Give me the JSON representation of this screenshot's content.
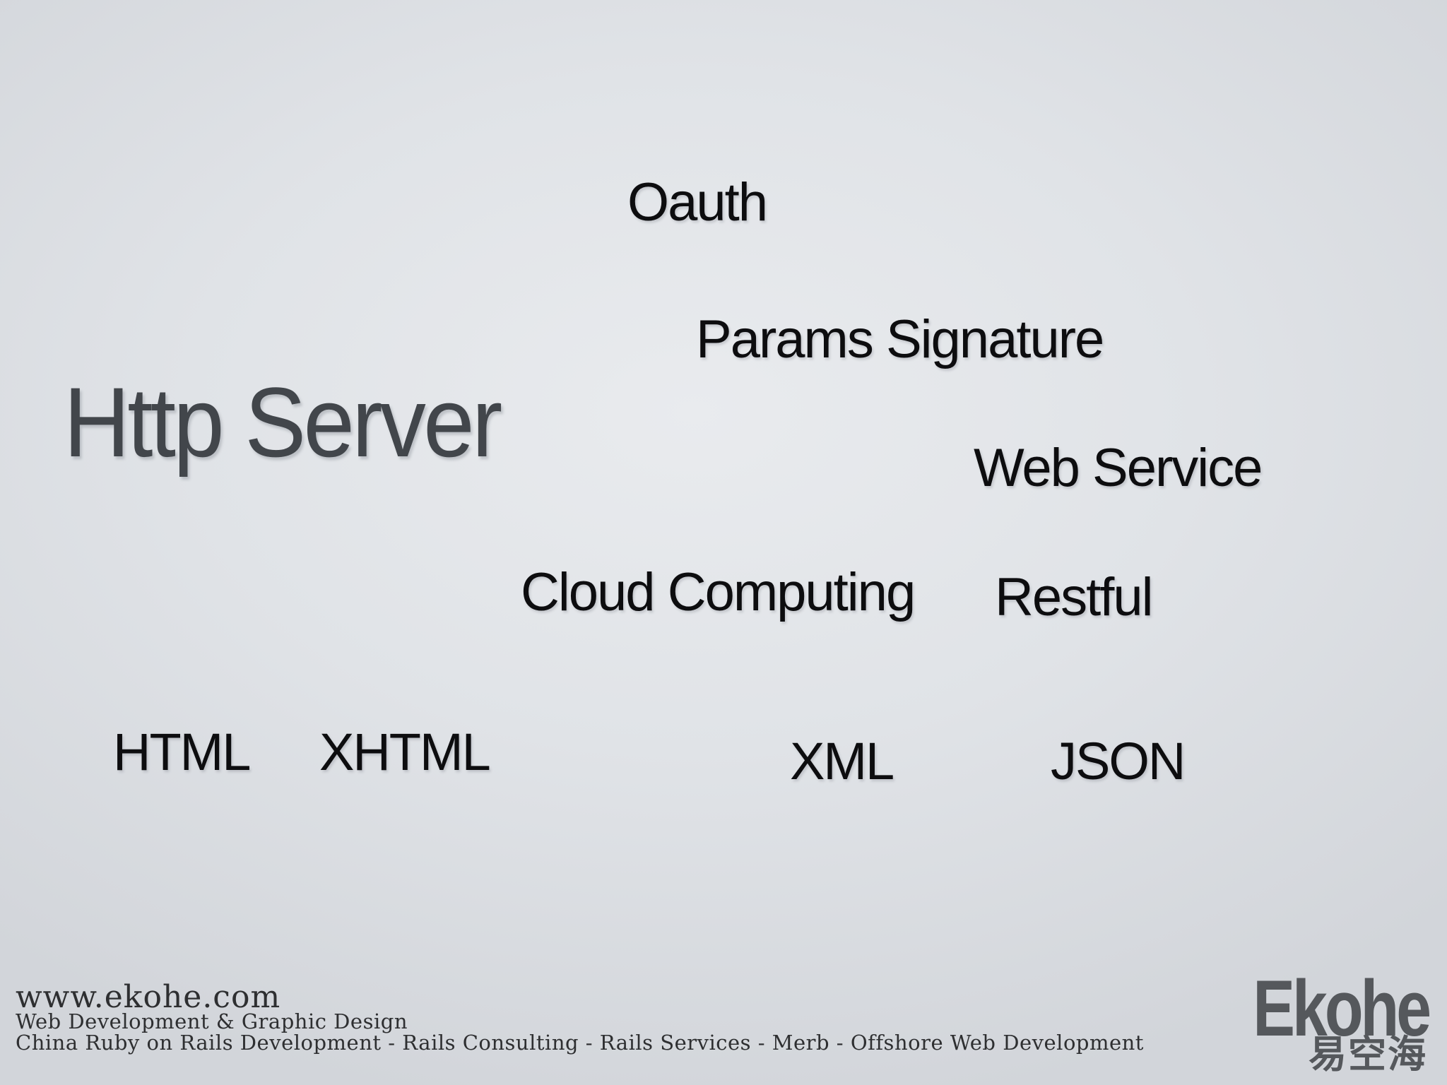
{
  "slide": {
    "title": "Http Server",
    "keywords": {
      "oauth": "Oauth",
      "params_signature": "Params Signature",
      "web_service": "Web Service",
      "cloud_computing": "Cloud Computing",
      "restful": "Restful",
      "html": "HTML",
      "xhtml": "XHTML",
      "xml": "XML",
      "json": "JSON"
    }
  },
  "footer": {
    "website_url": "www.ekohe.com",
    "tagline": "Web Development & Graphic Design",
    "services_line": "China Ruby on Rails Development - Rails Consulting - Rails Services - Merb - Offshore Web Development"
  },
  "logo": {
    "brand_name": "Ekohe",
    "brand_name_chinese": "易空海"
  },
  "colors": {
    "background_light": "#e9ebee",
    "background_dark": "#d2d5da",
    "keyword_text": "#0d0d0f",
    "title_text": "#42464b",
    "footer_text": "#2e2f31",
    "logo_text": "#55585c"
  }
}
